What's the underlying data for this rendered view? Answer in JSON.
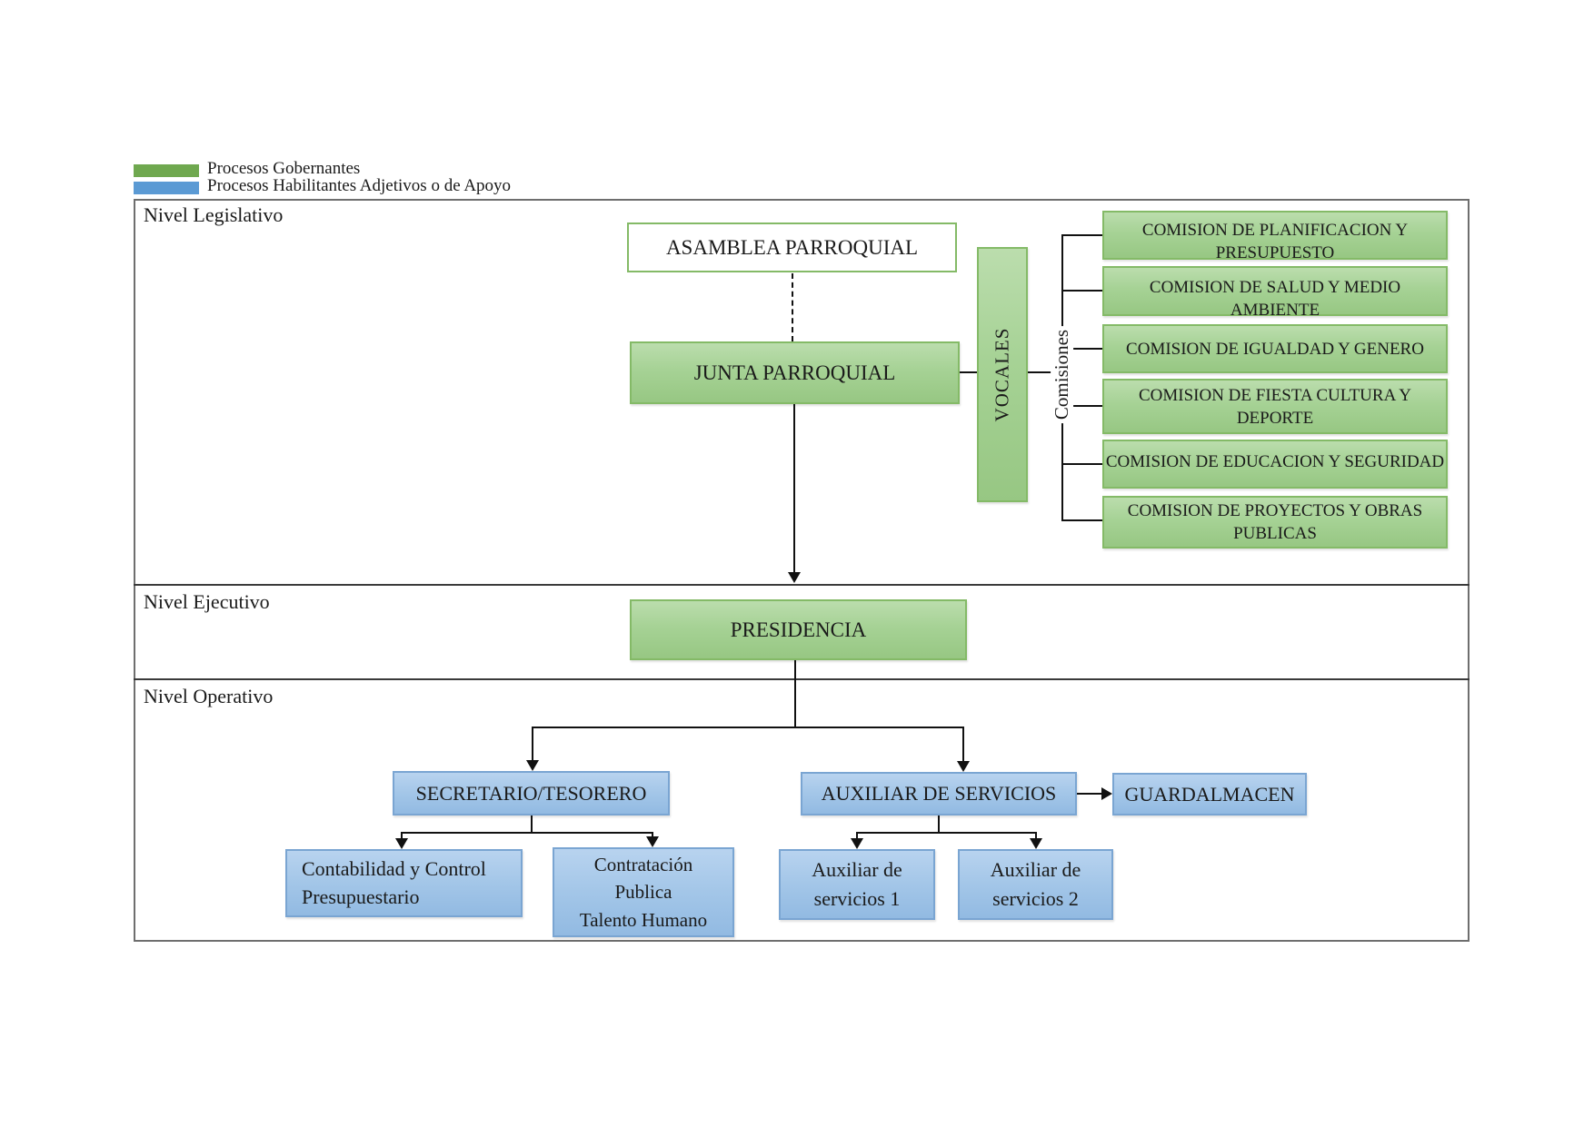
{
  "legend": {
    "items": [
      {
        "label": "Procesos Gobernantes",
        "color": "#6fa84f"
      },
      {
        "label": "Procesos Habilitantes Adjetivos o de Apoyo",
        "color": "#5b9ad4"
      }
    ]
  },
  "sections": {
    "legislative": "Nivel Legislativo",
    "executive": "Nivel Ejecutivo",
    "operative": "Nivel Operativo"
  },
  "org": {
    "asamblea": "ASAMBLEA PARROQUIAL",
    "junta": "JUNTA PARROQUIAL",
    "vocales": "VOCALES",
    "comisiones_label": "Comisiones",
    "commissions": [
      "COMISION DE PLANIFICACION Y PRESUPUESTO",
      "COMISION DE SALUD Y MEDIO AMBIENTE",
      "COMISION DE IGUALDAD Y GENERO",
      "COMISION DE FIESTA CULTURA Y DEPORTE",
      "COMISION DE EDUCACION Y SEGURIDAD",
      "COMISION DE PROYECTOS Y OBRAS PUBLICAS"
    ],
    "presidencia": "PRESIDENCIA",
    "secretario": "SECRETARIO/TESORERO",
    "auxiliar": "AUXILIAR DE SERVICIOS",
    "guardalmacen": "GUARDALMACEN",
    "contabilidad": "Contabilidad y Control Presupuestario",
    "contratacion": "Contratación\nPublica\nTalento Humano",
    "auxiliar1": "Auxiliar de\nservicios 1",
    "auxiliar2": "Auxiliar de\nservicios 2"
  },
  "colors": {
    "governing_fill": "#a6d295",
    "governing_border": "#84ba67",
    "support_fill": "#a3c6e8",
    "support_border": "#7aa5d2",
    "legend_green": "#6fa84f",
    "legend_blue": "#5b9ad4",
    "line": "#111111",
    "frame": "#6e6e6e"
  }
}
